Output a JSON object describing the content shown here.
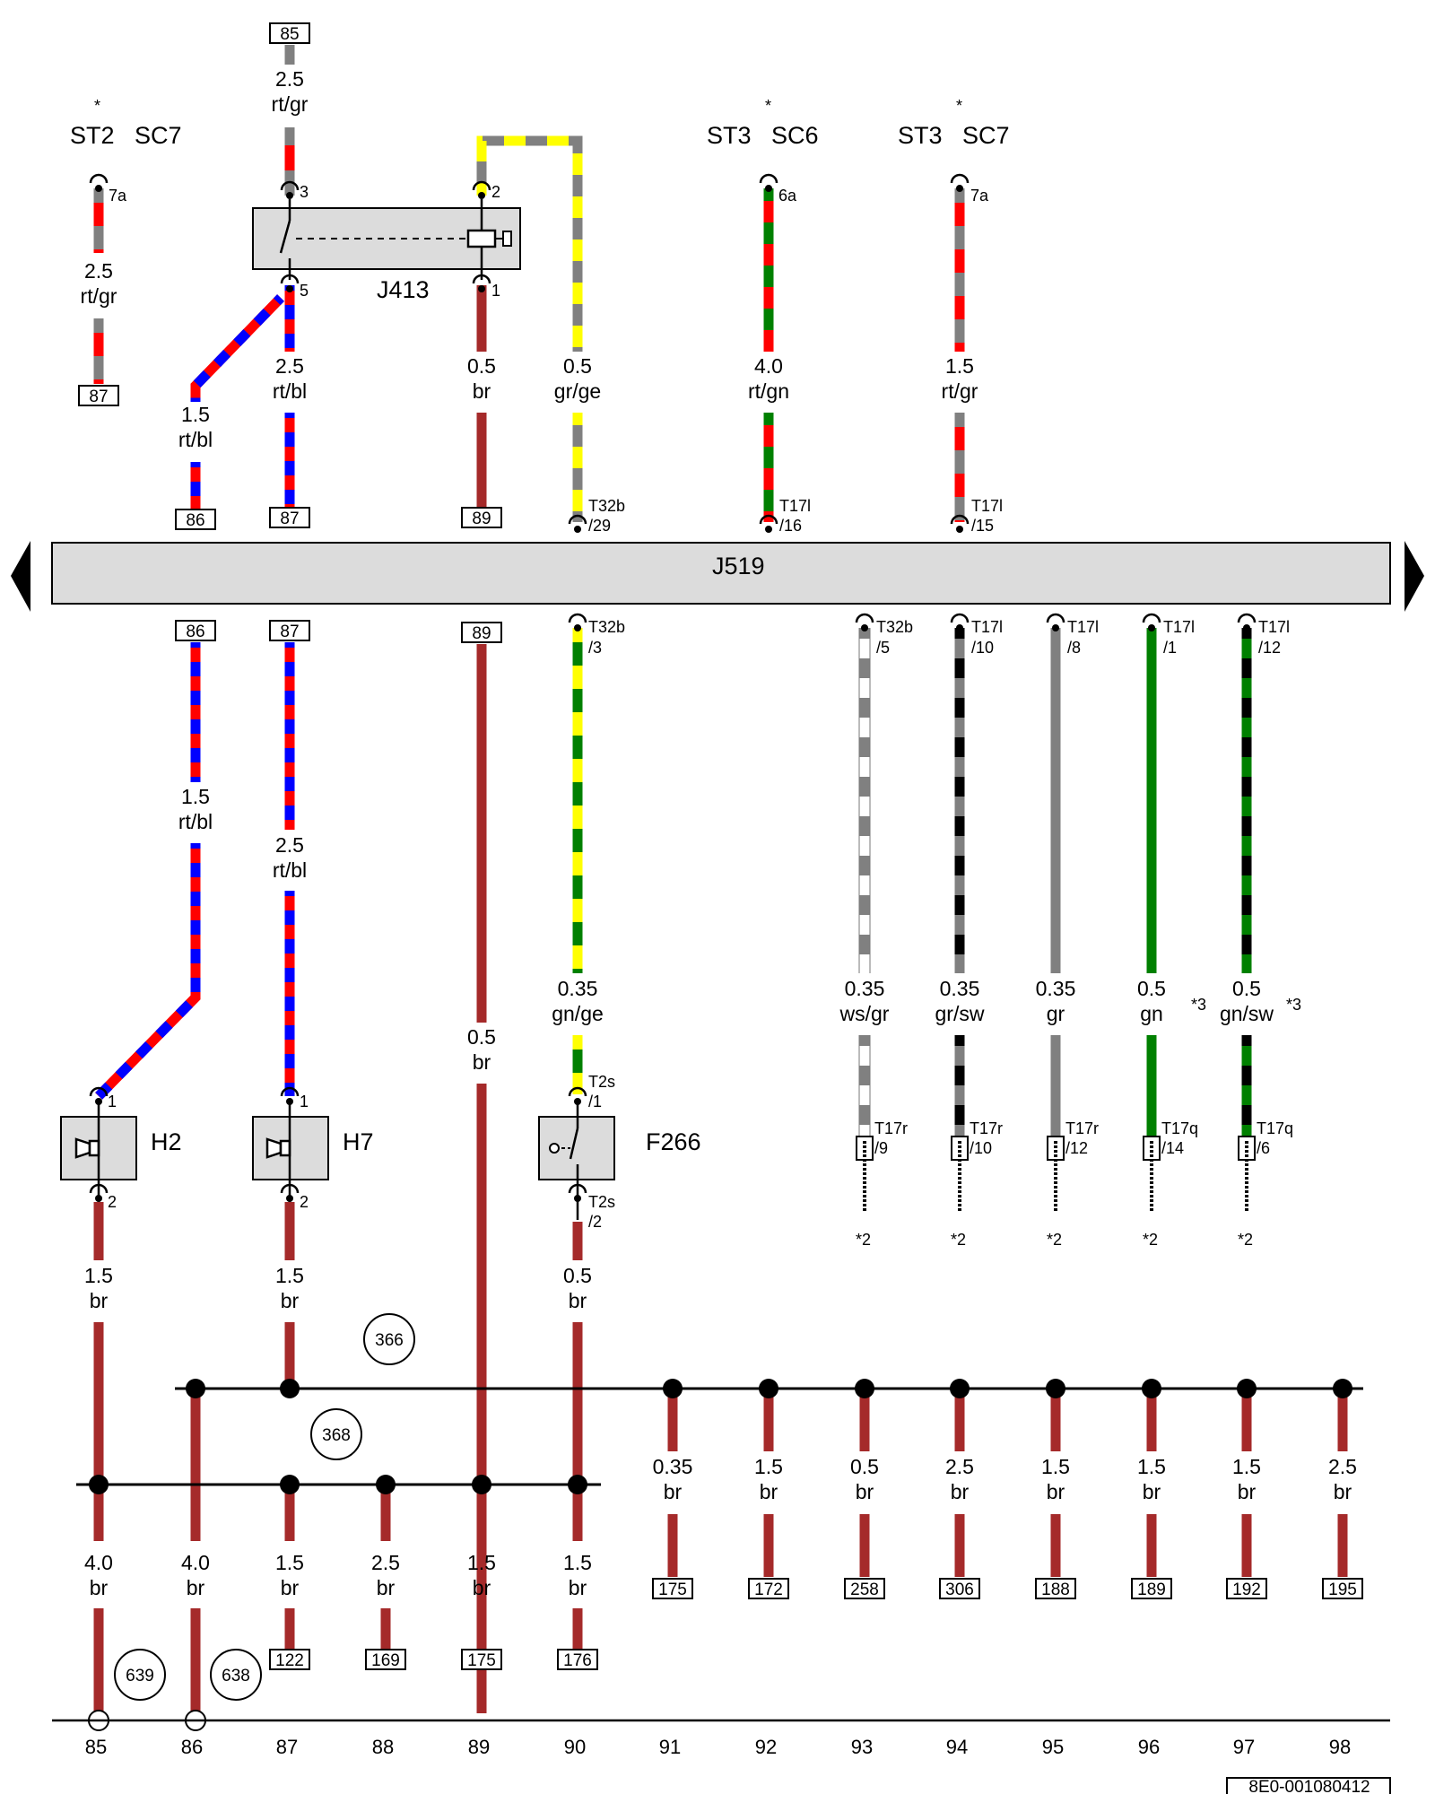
{
  "diagram": {
    "references": {
      "st2_sc7": {
        "st": "ST2",
        "sc": "SC7",
        "star": "*",
        "pin": "7a"
      },
      "st3_sc6": {
        "st": "ST3",
        "sc": "SC6",
        "star": "*",
        "pin": "6a"
      },
      "st3_sc7": {
        "st": "ST3",
        "sc": "SC7",
        "star": "*",
        "pin": "7a"
      }
    },
    "components": {
      "relay": {
        "id": "J413",
        "pins": [
          "3",
          "2",
          "5",
          "1"
        ]
      },
      "control_unit": {
        "id": "J519"
      },
      "horn_left": {
        "id": "H2",
        "pins": [
          "1",
          "2"
        ]
      },
      "horn_right": {
        "id": "H7",
        "pins": [
          "1",
          "2"
        ]
      },
      "switch": {
        "id": "F266",
        "conn_top": "T2s",
        "pin_top": "/1",
        "conn_bottom": "T2s",
        "pin_bottom": "/2"
      }
    },
    "wires": {
      "w85_top": {
        "gauge": "2.5",
        "color": "rt/gr"
      },
      "w_st2": {
        "gauge": "2.5",
        "color": "rt/gr"
      },
      "w_relay5": {
        "gauge": "2.5",
        "color": "rt/bl"
      },
      "w_relay5_diag": {
        "gauge": "1.5",
        "color": "rt/bl"
      },
      "w_relay1": {
        "gauge": "0.5",
        "color": "br"
      },
      "w_relay2": {
        "gauge": "0.5",
        "color": "gr/ge"
      },
      "w_st3sc6": {
        "gauge": "4.0",
        "color": "rt/gn"
      },
      "w_st3sc7": {
        "gauge": "1.5",
        "color": "rt/gr"
      },
      "w86_low": {
        "gauge": "1.5",
        "color": "rt/bl"
      },
      "w87_low": {
        "gauge": "2.5",
        "color": "rt/bl"
      },
      "w89_low": {
        "gauge": "0.5",
        "color": "br"
      },
      "w_f266": {
        "gauge": "0.35",
        "color": "gn/ge"
      },
      "w_t32b5": {
        "gauge": "0.35",
        "color": "ws/gr"
      },
      "w_t17l10": {
        "gauge": "0.35",
        "color": "gr/sw"
      },
      "w_t17l8": {
        "gauge": "0.35",
        "color": "gr"
      },
      "w_t17l1": {
        "gauge": "0.5",
        "color": "gn",
        "note": "*3"
      },
      "w_t17l12": {
        "gauge": "0.5",
        "color": "gn/sw",
        "note": "*3"
      },
      "w_h2_out": {
        "gauge": "1.5",
        "color": "br"
      },
      "w_h7_out": {
        "gauge": "1.5",
        "color": "br"
      },
      "w_f266_out": {
        "gauge": "0.5",
        "color": "br"
      },
      "g91": {
        "gauge": "0.35",
        "color": "br"
      },
      "g92": {
        "gauge": "1.5",
        "color": "br"
      },
      "g93": {
        "gauge": "0.5",
        "color": "br"
      },
      "g94": {
        "gauge": "2.5",
        "color": "br"
      },
      "g95": {
        "gauge": "1.5",
        "color": "br"
      },
      "g96": {
        "gauge": "1.5",
        "color": "br"
      },
      "g97": {
        "gauge": "1.5",
        "color": "br"
      },
      "g98": {
        "gauge": "2.5",
        "color": "br"
      },
      "b85": {
        "gauge": "4.0",
        "color": "br"
      },
      "b86": {
        "gauge": "4.0",
        "color": "br"
      },
      "b87": {
        "gauge": "1.5",
        "color": "br"
      },
      "b88": {
        "gauge": "2.5",
        "color": "br"
      },
      "b89": {
        "gauge": "1.5",
        "color": "br"
      },
      "b90": {
        "gauge": "1.5",
        "color": "br"
      }
    },
    "connectors": {
      "t32b_29": {
        "name": "T32b",
        "pin": "/29"
      },
      "t17l_16": {
        "name": "T17l",
        "pin": "/16"
      },
      "t17l_15": {
        "name": "T17l",
        "pin": "/15"
      },
      "t32b_3": {
        "name": "T32b",
        "pin": "/3"
      },
      "t32b_5": {
        "name": "T32b",
        "pin": "/5"
      },
      "t17l_10": {
        "name": "T17l",
        "pin": "/10"
      },
      "t17l_8": {
        "name": "T17l",
        "pin": "/8"
      },
      "t17l_1": {
        "name": "T17l",
        "pin": "/1"
      },
      "t17l_12": {
        "name": "T17l",
        "pin": "/12"
      },
      "t17r_9": {
        "name": "T17r",
        "pin": "/9"
      },
      "t17r_10": {
        "name": "T17r",
        "pin": "/10"
      },
      "t17r_12": {
        "name": "T17r",
        "pin": "/12"
      },
      "t17q_14": {
        "name": "T17q",
        "pin": "/14"
      },
      "t17q_6": {
        "name": "T17q",
        "pin": "/6"
      }
    },
    "footnote_ref": "*2",
    "refboxes": {
      "r85": "85",
      "r87a": "87",
      "r86a": "86",
      "r87b": "87",
      "r89a": "89",
      "r86b": "86",
      "r87c": "87",
      "r89b": "89",
      "r175a": "175",
      "r172": "172",
      "r258": "258",
      "r306": "306",
      "r188": "188",
      "r189": "189",
      "r192": "192",
      "r195": "195",
      "r122": "122",
      "r169": "169",
      "r175b": "175",
      "r176": "176"
    },
    "ground_points": {
      "c366": "366",
      "c368": "368",
      "c639": "639",
      "c638": "638"
    },
    "columns": [
      "85",
      "86",
      "87",
      "88",
      "89",
      "90",
      "91",
      "92",
      "93",
      "94",
      "95",
      "96",
      "97",
      "98"
    ],
    "drawing_number": "8E0-001080412",
    "colors": {
      "red": "#ff0000",
      "grey": "#808080",
      "blue": "#0000ff",
      "green": "#008000",
      "yellow": "#ffff00",
      "brown": "#a52a2a",
      "black": "#000000",
      "white": "#ffffff",
      "component_fill": "#dcdcdc"
    }
  }
}
